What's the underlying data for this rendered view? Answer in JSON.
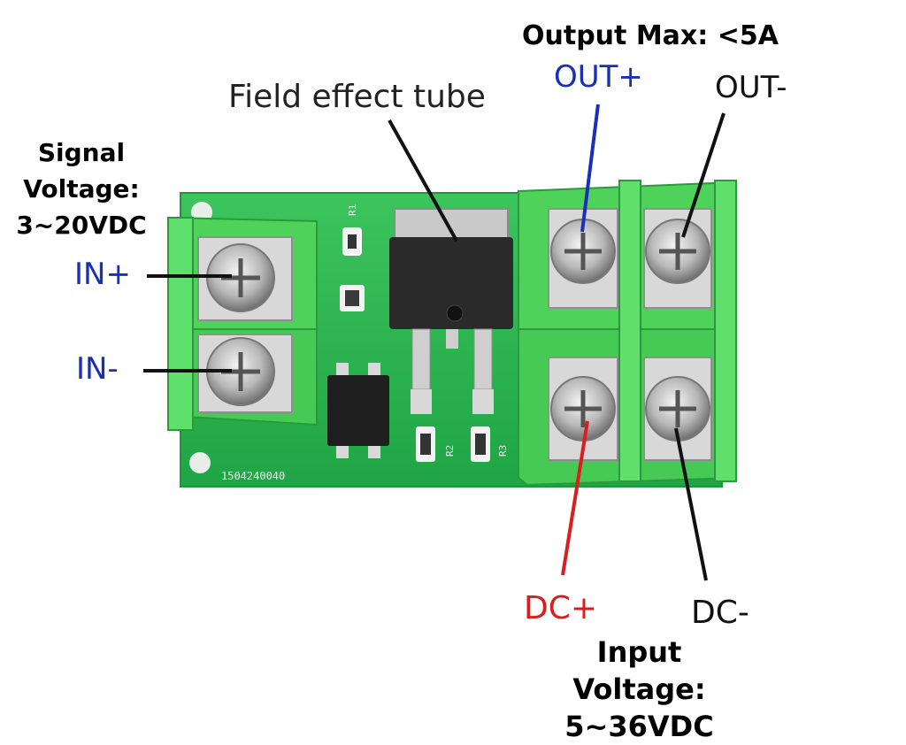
{
  "labels": {
    "signal_voltage": "Signal Voltage: 3~20VDC",
    "output_max": "Output Max: <5A",
    "out_plus": "OUT+",
    "out_minus": "OUT-",
    "field_effect_tube": "Field effect tube",
    "in_plus": "IN+",
    "in_minus": "IN-",
    "dc_plus": "DC+",
    "dc_minus": "DC-",
    "input_voltage": "Input Voltage: 5~36VDC"
  },
  "board": {
    "code": "1504240040",
    "r1": "R1",
    "r2": "R2",
    "r3": "R3"
  },
  "colors": {
    "pcb": "#22b14c",
    "terminal": "#4ed25a",
    "positive_blue": "#1a2fb8",
    "positive_red": "#d81e1e",
    "negative": "#111111",
    "mosfet": "#2a2a2a"
  }
}
